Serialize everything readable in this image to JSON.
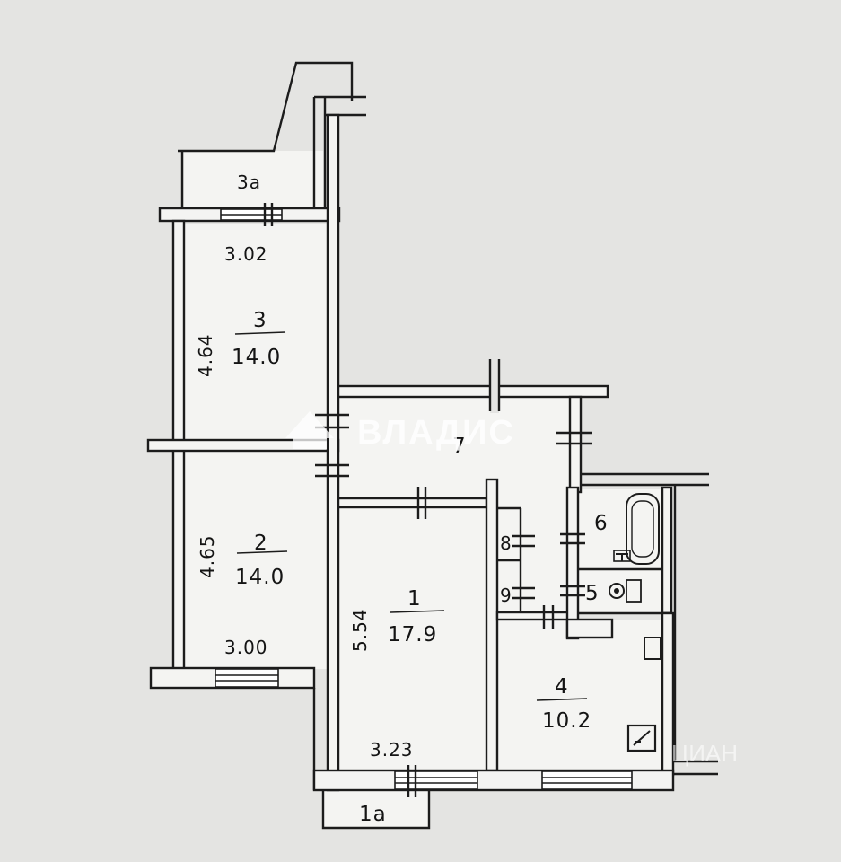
{
  "rooms": [
    {
      "id": "3a",
      "label": "3a"
    },
    {
      "id": "3",
      "label": "3",
      "area": "14.0",
      "width": "3.02",
      "length": "4.64"
    },
    {
      "id": "2",
      "label": "2",
      "area": "14.0",
      "width": "3.00",
      "length": "4.65"
    },
    {
      "id": "1",
      "label": "1",
      "area": "17.9",
      "width": "3.23",
      "length": "5.54"
    },
    {
      "id": "7",
      "label": "7"
    },
    {
      "id": "8",
      "label": "8"
    },
    {
      "id": "9",
      "label": "9"
    },
    {
      "id": "6",
      "label": "6"
    },
    {
      "id": "5",
      "label": "5"
    },
    {
      "id": "4",
      "label": "4",
      "area": "10.2"
    },
    {
      "id": "1a",
      "label": "1a"
    }
  ],
  "watermark": {
    "brand": "ВЛАДИС",
    "secondary": "ЦИАН"
  }
}
